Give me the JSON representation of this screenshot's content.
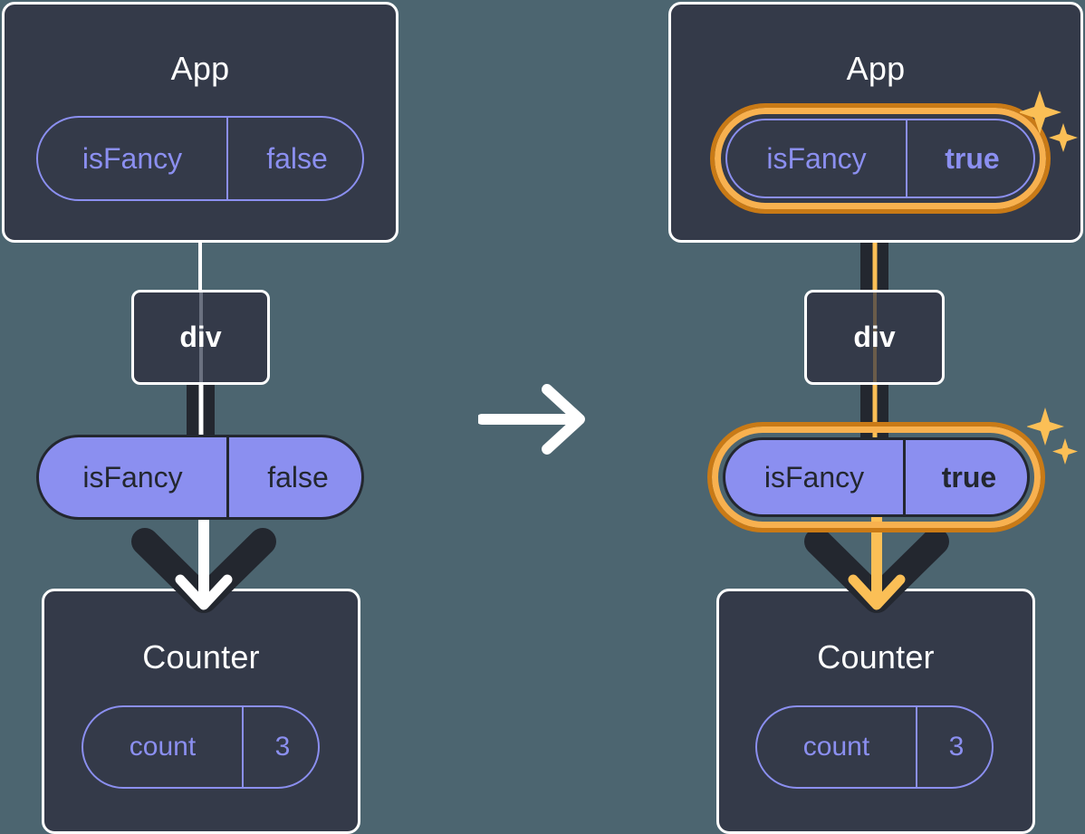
{
  "diagram": {
    "title": "React state propagation: lifting state up",
    "background_color": "#4c6570",
    "card_color": "#343a49",
    "accent_purple": "#8b8ff0",
    "accent_orange": "#f8b14f",
    "accent_orange_dark": "#c97a16",
    "dark_line": "#23272f",
    "white": "#ffffff"
  },
  "transition": {
    "arrow_icon": "arrow-right-icon"
  },
  "panels": [
    {
      "id": "before",
      "app_card": {
        "title": "App",
        "state_pill": {
          "name": "isFancy",
          "value": "false",
          "style": "outline",
          "highlighted": false,
          "value_bold": false
        }
      },
      "div_node": {
        "label": "div"
      },
      "prop_pill": {
        "name": "isFancy",
        "value": "false",
        "style": "filled",
        "highlighted": false,
        "value_bold": false
      },
      "counter_card": {
        "title": "Counter",
        "state_pill": {
          "name": "count",
          "value": "3",
          "style": "outline",
          "highlighted": false,
          "value_bold": false
        }
      },
      "flow_color": "#ffffff",
      "sparkles": false
    },
    {
      "id": "after",
      "app_card": {
        "title": "App",
        "state_pill": {
          "name": "isFancy",
          "value": "true",
          "style": "outline",
          "highlighted": true,
          "value_bold": true
        }
      },
      "div_node": {
        "label": "div"
      },
      "prop_pill": {
        "name": "isFancy",
        "value": "true",
        "style": "filled",
        "highlighted": true,
        "value_bold": true
      },
      "counter_card": {
        "title": "Counter",
        "state_pill": {
          "name": "count",
          "value": "3",
          "style": "outline",
          "highlighted": false,
          "value_bold": false
        }
      },
      "flow_color": "#fbbf56",
      "sparkles": true
    }
  ]
}
